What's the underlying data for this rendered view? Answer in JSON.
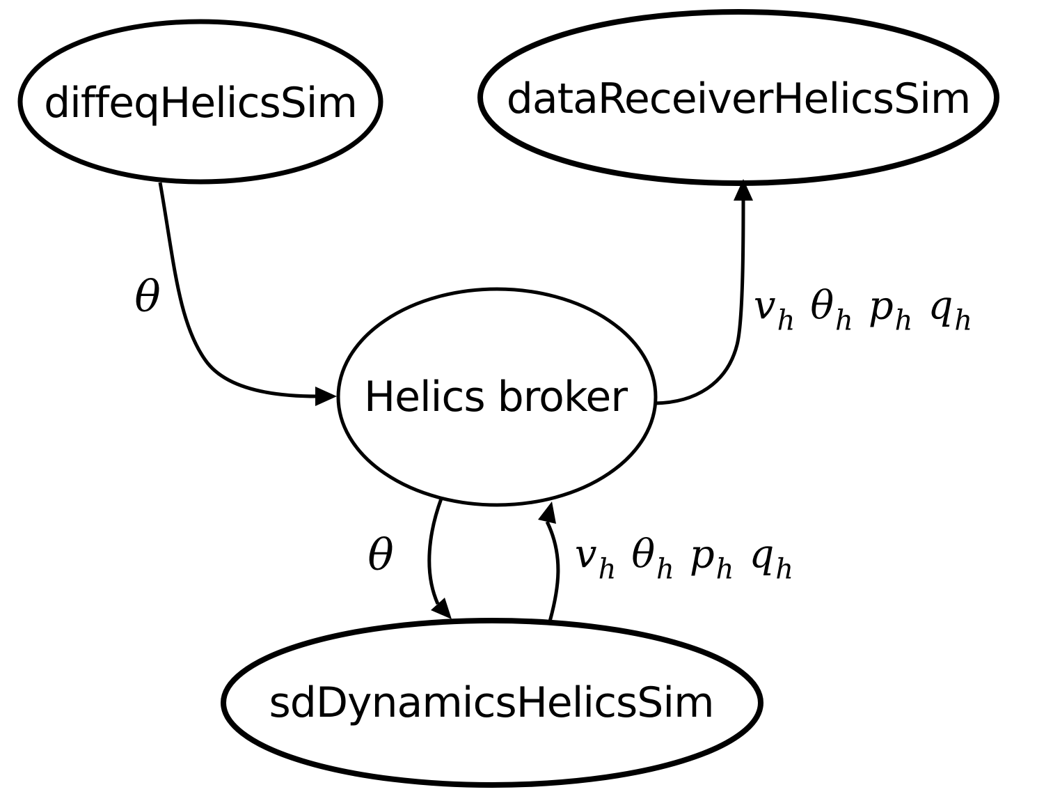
{
  "diagram": {
    "background_color": "#ffffff",
    "line_color": "#000000",
    "nodes": [
      {
        "id": "diffeqHelicsSim",
        "label": "diffeqHelicsSim"
      },
      {
        "id": "dataReceiverHelicsSim",
        "label": "dataReceiverHelicsSim"
      },
      {
        "id": "helicsBroker",
        "label": "Helics broker"
      },
      {
        "id": "sdDynamicsHelicsSim",
        "label": "sdDynamicsHelicsSim"
      }
    ],
    "edges": [
      {
        "from": "diffeqHelicsSim",
        "to": "helicsBroker",
        "label": "θ"
      },
      {
        "from": "helicsBroker",
        "to": "dataReceiverHelicsSim",
        "label": "vh θh ph qh",
        "parts": [
          {
            "v": "v",
            "s": "h"
          },
          {
            "v": "θ",
            "s": "h"
          },
          {
            "v": "p",
            "s": "h"
          },
          {
            "v": "q",
            "s": "h"
          }
        ]
      },
      {
        "from": "helicsBroker",
        "to": "sdDynamicsHelicsSim",
        "label": "θ"
      },
      {
        "from": "sdDynamicsHelicsSim",
        "to": "helicsBroker",
        "label": "vh θh ph qh",
        "parts": [
          {
            "v": "v",
            "s": "h"
          },
          {
            "v": "θ",
            "s": "h"
          },
          {
            "v": "p",
            "s": "h"
          },
          {
            "v": "q",
            "s": "h"
          }
        ]
      }
    ]
  }
}
